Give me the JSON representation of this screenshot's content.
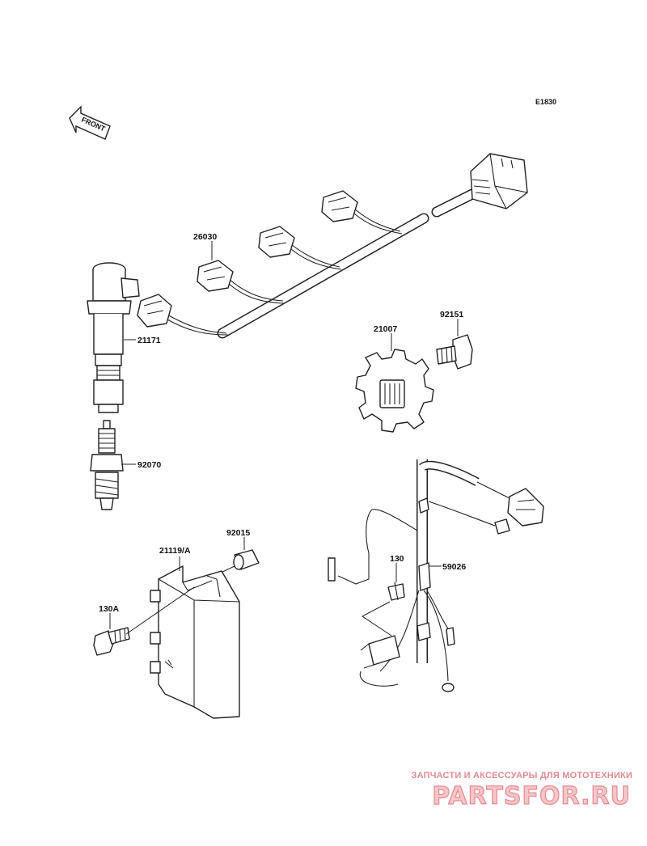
{
  "diagram": {
    "reference_code": "E1830",
    "front_arrow_label": "FRONT",
    "callouts": [
      {
        "id": "26030",
        "text": "26030"
      },
      {
        "id": "21171",
        "text": "21171"
      },
      {
        "id": "92070",
        "text": "92070"
      },
      {
        "id": "21007",
        "text": "21007"
      },
      {
        "id": "92151",
        "text": "92151"
      },
      {
        "id": "92015",
        "text": "92015"
      },
      {
        "id": "21119A",
        "text": "21119/A"
      },
      {
        "id": "130A",
        "text": "130A"
      },
      {
        "id": "130",
        "text": "130"
      },
      {
        "id": "59026",
        "text": "59026"
      }
    ]
  },
  "watermark": {
    "tagline": "ЗАПЧАСТИ И АКСЕССУАРЫ ДЛЯ МОТОТЕХНИКИ",
    "logo_text": "PARTSFOR.RU",
    "color": "#e58a91"
  }
}
